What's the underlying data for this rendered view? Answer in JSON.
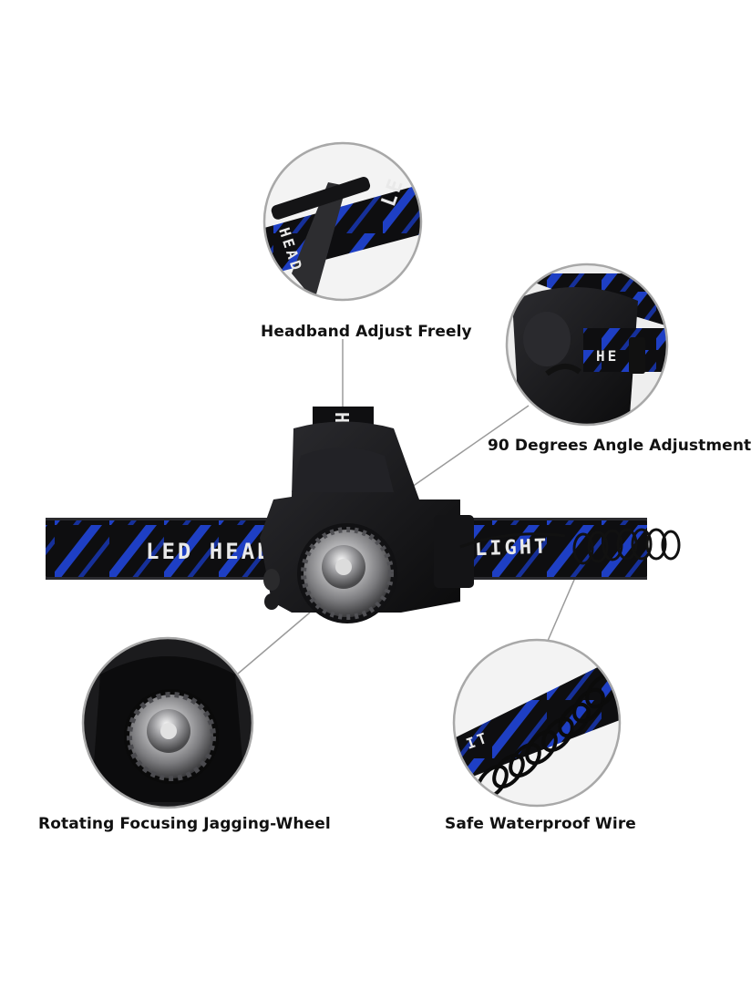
{
  "strap": {
    "left_print": "LED HEAD",
    "right_print": "HEADLIGHT",
    "top_print": "LE",
    "vertical_print": "HE"
  },
  "callouts": {
    "headband": "Headband Adjust Freely",
    "angle": "90 Degrees Angle Adjustment",
    "wheel": "Rotating Focusing Jagging-Wheel",
    "wire": "Safe Waterproof Wire"
  },
  "colors": {
    "strap_blue": "#1e3fc4",
    "strap_black": "#0e0e10",
    "housing": "#1a1a1c",
    "leader_line": "#9a9a9a",
    "circle_ring": "#a8a8a8"
  }
}
